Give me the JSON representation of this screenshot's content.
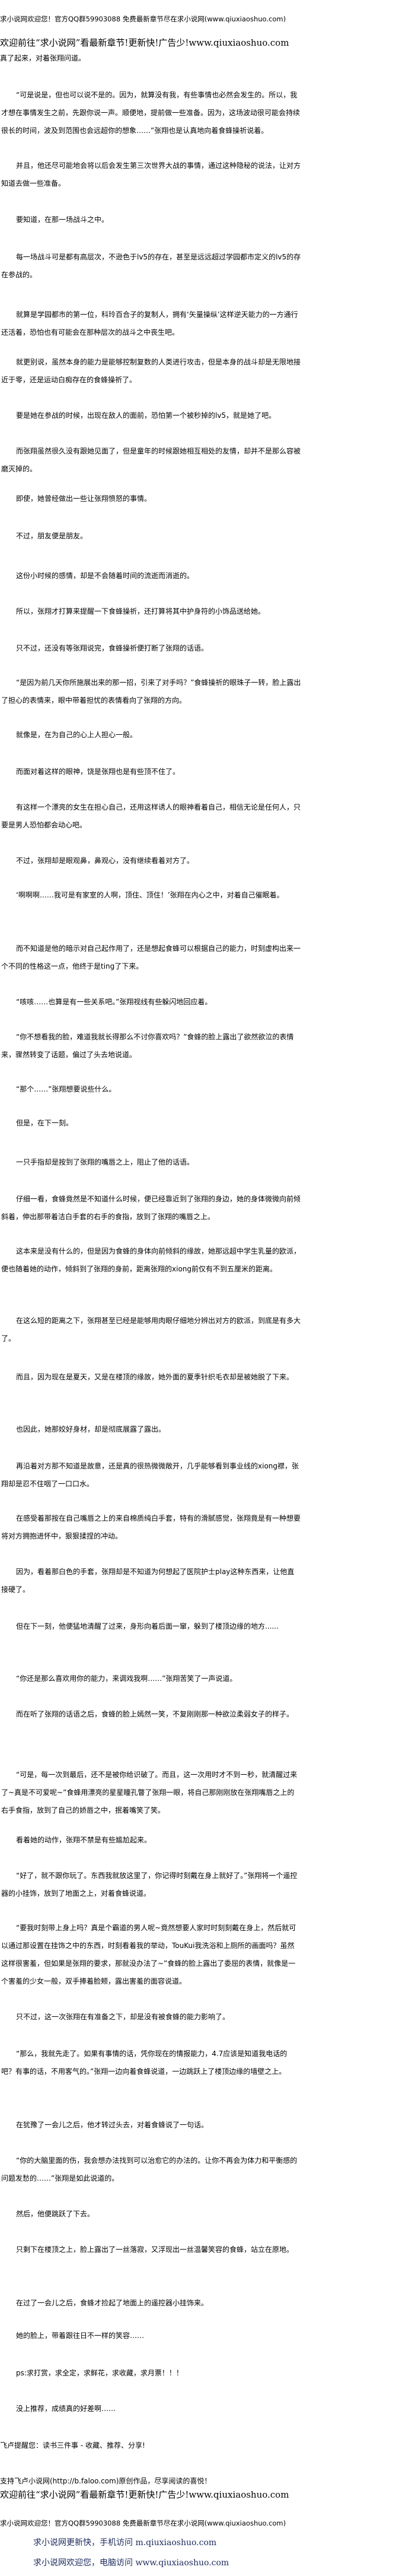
{
  "header": {
    "site_notice": "求小说网欢迎您！官方QQ群59903088 免费最新章节尽在求小说网(www.qiuxiaoshuo.com)",
    "ad_banner": "欢迎前往“求小说网”看最新章节!更新快!广告少!www.qiuxiaoshuo.com"
  },
  "article": {
    "lead_fragment": "真了起来，对着张翔问道。",
    "paragraphs": [
      "“可是说是，但也可以说不是的。因为，就算没有我，有些事情也必然会发生的。所以，我才想在事情发生之前，先跟你说一声。顺便地，提前做一些准备。因为，这场波动很可能会持续很长的时间，波及到范围也会远超你的想象……”张翔也是认真地向着食蜂操祈说着。",
      "并且，他还尽可能地会将以后会发生第三次世界大战的事情，通过这种隐秘的说法，让对方知道去做一些准备。",
      "要知道，在那一场战斗之中。",
      "每一场战斗可是都有高层次，不逊色于lv5的存在，甚至是远远超过学园都市定义的lv5的存在参战的。",
      "就算是学园都市的第一位，科玲百合子的复制人，拥有‘矢量操纵’这样逆天能力的一方通行还活着，恐怕也有可能会在那种层次的战斗之中丧生吧。",
      "就更别说，虽然本身的能力是能够控制复数的人类进行攻击，但是本身的战斗却是无限地接近于零，还是运动白痴存在的食蜂操祈了。",
      "要是她在参战的时候，出现在敌人的面前，恐怕第一个被秒掉的lv5，就是她了吧。",
      "而张翔虽然很久没有跟她见面了，但是童年的时候跟她相互相处的友情，却并不是那么容被磨灭掉的。",
      "即使，她曾经做出一些让张翔愤怒的事情。",
      "不过，朋友便是朋友。",
      "这份小时候的感情，却是不会随着时间的流逝而消逝的。",
      "所以，张翔才打算来提醒一下食蜂操祈，还打算将其中护身符的小饰品送给她。",
      "只不过，还没有等张翔说完，食蜂操祈便打断了张翔的话语。",
      "“是因为前几天你所施展出来的那一招，引来了对手吗？”食蜂操祈的眼珠子一转，脸上露出了担心的表情来，眼中带着担忧的表情看向了张翔的方向。",
      "就像是，在为自己的心上人担心一般。",
      "而面对着这样的眼神，饶是张翔也是有些顶不住了。",
      "有这样一个漂亮的女生在担心自己，还用这样诱人的眼神看着自己，相信无论是任何人，只要是男人恐怕都会动心吧。",
      "不过，张翔却是眼观鼻，鼻观心，没有继续看着对方了。",
      "‘啊啊啊……我可是有家室的人啊，顶住、顶住！’张翔在内心之中，对着自己催眠着。",
      "而不知道是他的暗示对自己起作用了，还是想起食蜂可以根据自己的能力，时刻虚构出来一个不同的性格这一点，他终于是ting了下来。",
      "“咳咳……也算是有一些关系吧。”张翔视线有些躲闪地回应着。",
      "“你不想看我的脸，难道我就长得那么不讨你喜欢吗？”食蜂的脸上露出了欲然欲泣的表情来，骤然转变了话题，偏过了头去地说道。",
      "“那个……”张翔想要说些什么。",
      "但是，在下一刻。",
      "一只手指却是按到了张翔的嘴唇之上，阻止了他的话语。",
      "仔细一看，食蜂竟然是不知道什么时候，便已经靠近到了张翔的身边，她的身体微微向前倾斜着，伸出那带着洁白手套的右手的食指，放到了张翔的嘴唇之上。",
      "这本来是没有什么的，但是因为食蜂的身体向前倾斜的缘故，她那远超中学生乳量的欧派，便也随着她的动作，倾斜到了张翔的身前，距离张翔的xiong前仅有不到五厘米的距离。",
      "在这么短的距离之下，张翔甚至已经是能够用肉眼仔细地分辨出对方的欧派，到底是有多大了。",
      "而且，因为现在是夏天，又是在楼顶的缘故，她外面的夏季针织毛衣却是被她脱了下来。",
      "也因此，她那姣好身材，却是彻底展露了露出。",
      "再沿着对方那不知道是故意，还是真的很热微微敞开，几乎能够看到事业线的xiong襟，张翔却是忍不住咽了一口口水。",
      "在感受着那按在自己嘴唇之上的来自棉质纯白手套，特有的滑腻感觉，张翔竟是有一种想要将对方拥抱进怀中，狠狠揉捏的冲动。",
      "因为，看着那白色的手套，张翔却是不知道为何想起了医院护士play这种东西来，让他直接硬了。",
      "但在下一刻，他便猛地清醒了过来，身形向着后面一窜，躲到了楼顶边缘的地方......",
      "“你还是那么喜欢用你的能力，来调戏我啊……”张翔苦笑了一声说道。",
      "而在听了张翔的话语之后，食蜂的脸上嫣然一笑，不复刚刚那一种欲泣柔弱女子的样子。",
      "“可是，每一次到最后，还不是被你给识破了。而且，这一次用时才不到一秒，就清醒过来了~真是不可爱呢~”食蜂用漂亮的星星瞳孔瞥了张翔一眼，将自己那刚刚放在张翔嘴唇之上的右手食指，放到了自己的娇唇之中，抿着嘴笑了笑。",
      "看着她的动作，张翔不禁是有些尴尬起来。",
      "“好了，就不跟你玩了。东西我就放这里了，你记得时刻戴在身上就好了。”张翔将一个遥控器的小挂饰，放到了地面之上，对着食蜂说道。",
      "“要我时刻带上身上吗？真是个霸道的男人呢~竟然想要人家时时刻刻戴在身上，然后就可以通过那设置在挂饰之中的东西，时刻看着我的举动，TouKui我洗浴和上厕所的画面吗？虽然这样很害羞，但如果是张翔的要求，那就没办法了~”食蜂的脸上露出了委屈的表情，就像是一个害羞的少女一般，双手捧着脸颊，露出害羞的面容说道。",
      "只不过，这一次张翔在有准备之下，却是没有被食蜂的能力影响了。",
      "“那么，我就先走了。如果有事情的话，凭你现在的情报能力，4.7应该是知道我电话的吧？有事的话，不用客气的。”张翔一边向着食蜂说道，一边跳跃上了楼顶边缘的墙壁之上。",
      "在犹豫了一会儿之后，他才转过头去，对着食蜂说了一句话。",
      "“你的大脑里面的伤，我会想办法找到可以治愈它的办法的。让你不再会为体力和平衡感的问题发愁的……”张翔是如此说道的。",
      "然后，他便跳跃了下去。",
      "只剩下在楼顶之上，脸上露出了一丝落寂，又浮现出一丝温馨笑容的食蜂，站立在原地。",
      "在过了一会儿之后，食蜂才捡起了地面上的遥控器小挂饰来。",
      "她的脸上，带着跟往日不一样的笑容……",
      "ps:求打赏，求全定，求鲜花，求收藏，求月票！！！",
      "没上推荐，成绩真的好差啊……"
    ],
    "reminder": "飞卢提醒您：读书三件事 - 收藏、推荐、分享!"
  },
  "footer": {
    "support": "支持飞卢小说网(http://b.faloo.com)原创作品，尽享阅读的喜悦！",
    "ad_banner": "欢迎前往“求小说网”看最新章节!更新快!广告少!www.qiuxiaoshuo.com",
    "site_notice": "求小说网欢迎您！官方QQ群59903088 免费最新章节尽在求小说网(www.qiuxiaoshuo.com)",
    "mobile_visit": "求小说网更新快，手机访问 m.qiuxiaoshuo.com",
    "pc_visit": "求小说网欢迎您，电脑访问 www.qiuxiaoshuo.com"
  }
}
